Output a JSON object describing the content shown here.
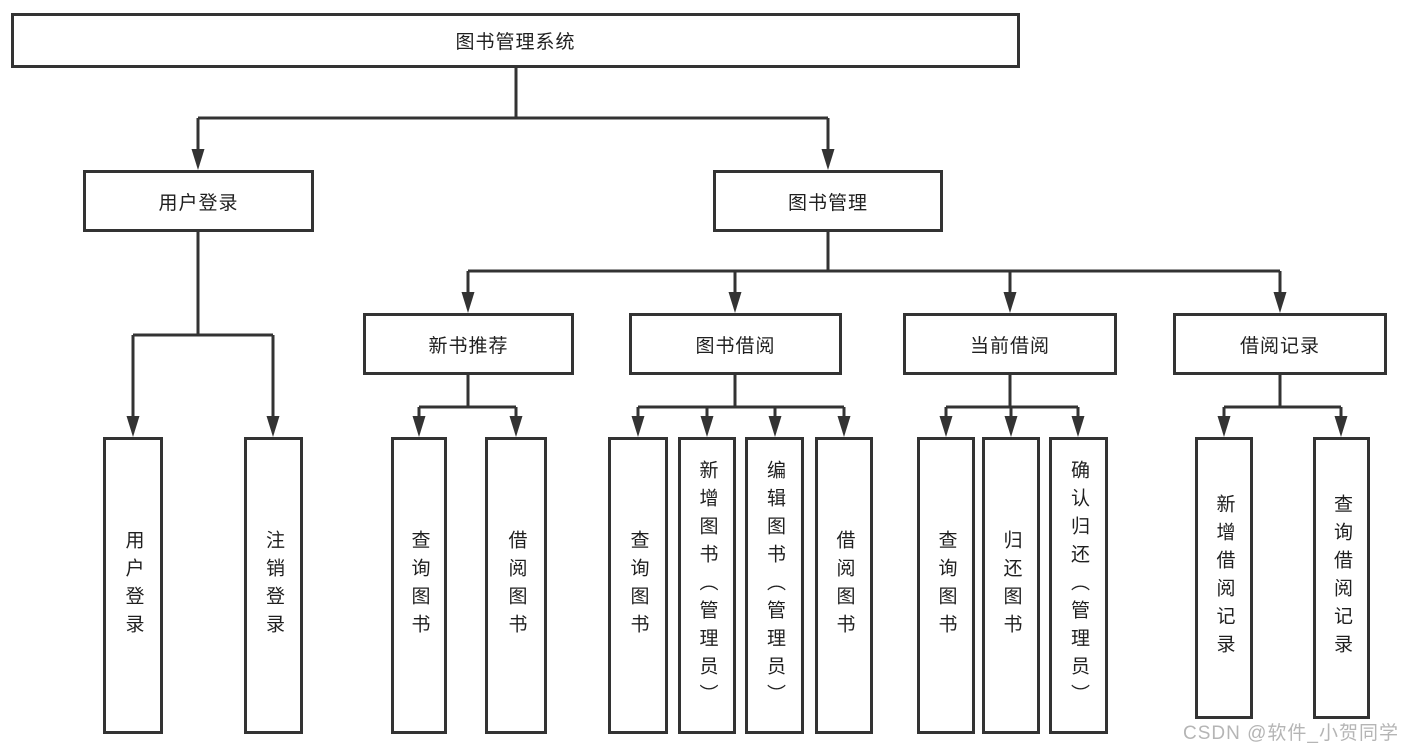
{
  "tree": {
    "root": {
      "label": "图书管理系统"
    },
    "children": [
      {
        "label": "用户登录",
        "children": [
          {
            "label": "用户登录"
          },
          {
            "label": "注销登录"
          }
        ]
      },
      {
        "label": "图书管理",
        "children": [
          {
            "label": "新书推荐",
            "children": [
              {
                "label": "查询图书"
              },
              {
                "label": "借阅图书"
              }
            ]
          },
          {
            "label": "图书借阅",
            "children": [
              {
                "label": "查询图书"
              },
              {
                "label": "新增图书（管理员）"
              },
              {
                "label": "编辑图书（管理员）"
              },
              {
                "label": "借阅图书"
              }
            ]
          },
          {
            "label": "当前借阅",
            "children": [
              {
                "label": "查询图书"
              },
              {
                "label": "归还图书"
              },
              {
                "label": "确认归还（管理员）"
              }
            ]
          },
          {
            "label": "借阅记录",
            "children": [
              {
                "label": "新增借阅记录"
              },
              {
                "label": "查询借阅记录"
              }
            ]
          }
        ]
      }
    ]
  },
  "watermark": "CSDN @软件_小贺同学",
  "colors": {
    "line": "#333333",
    "text": "#1f1f1f",
    "watermark": "#b5b5b5",
    "background": "#ffffff"
  }
}
